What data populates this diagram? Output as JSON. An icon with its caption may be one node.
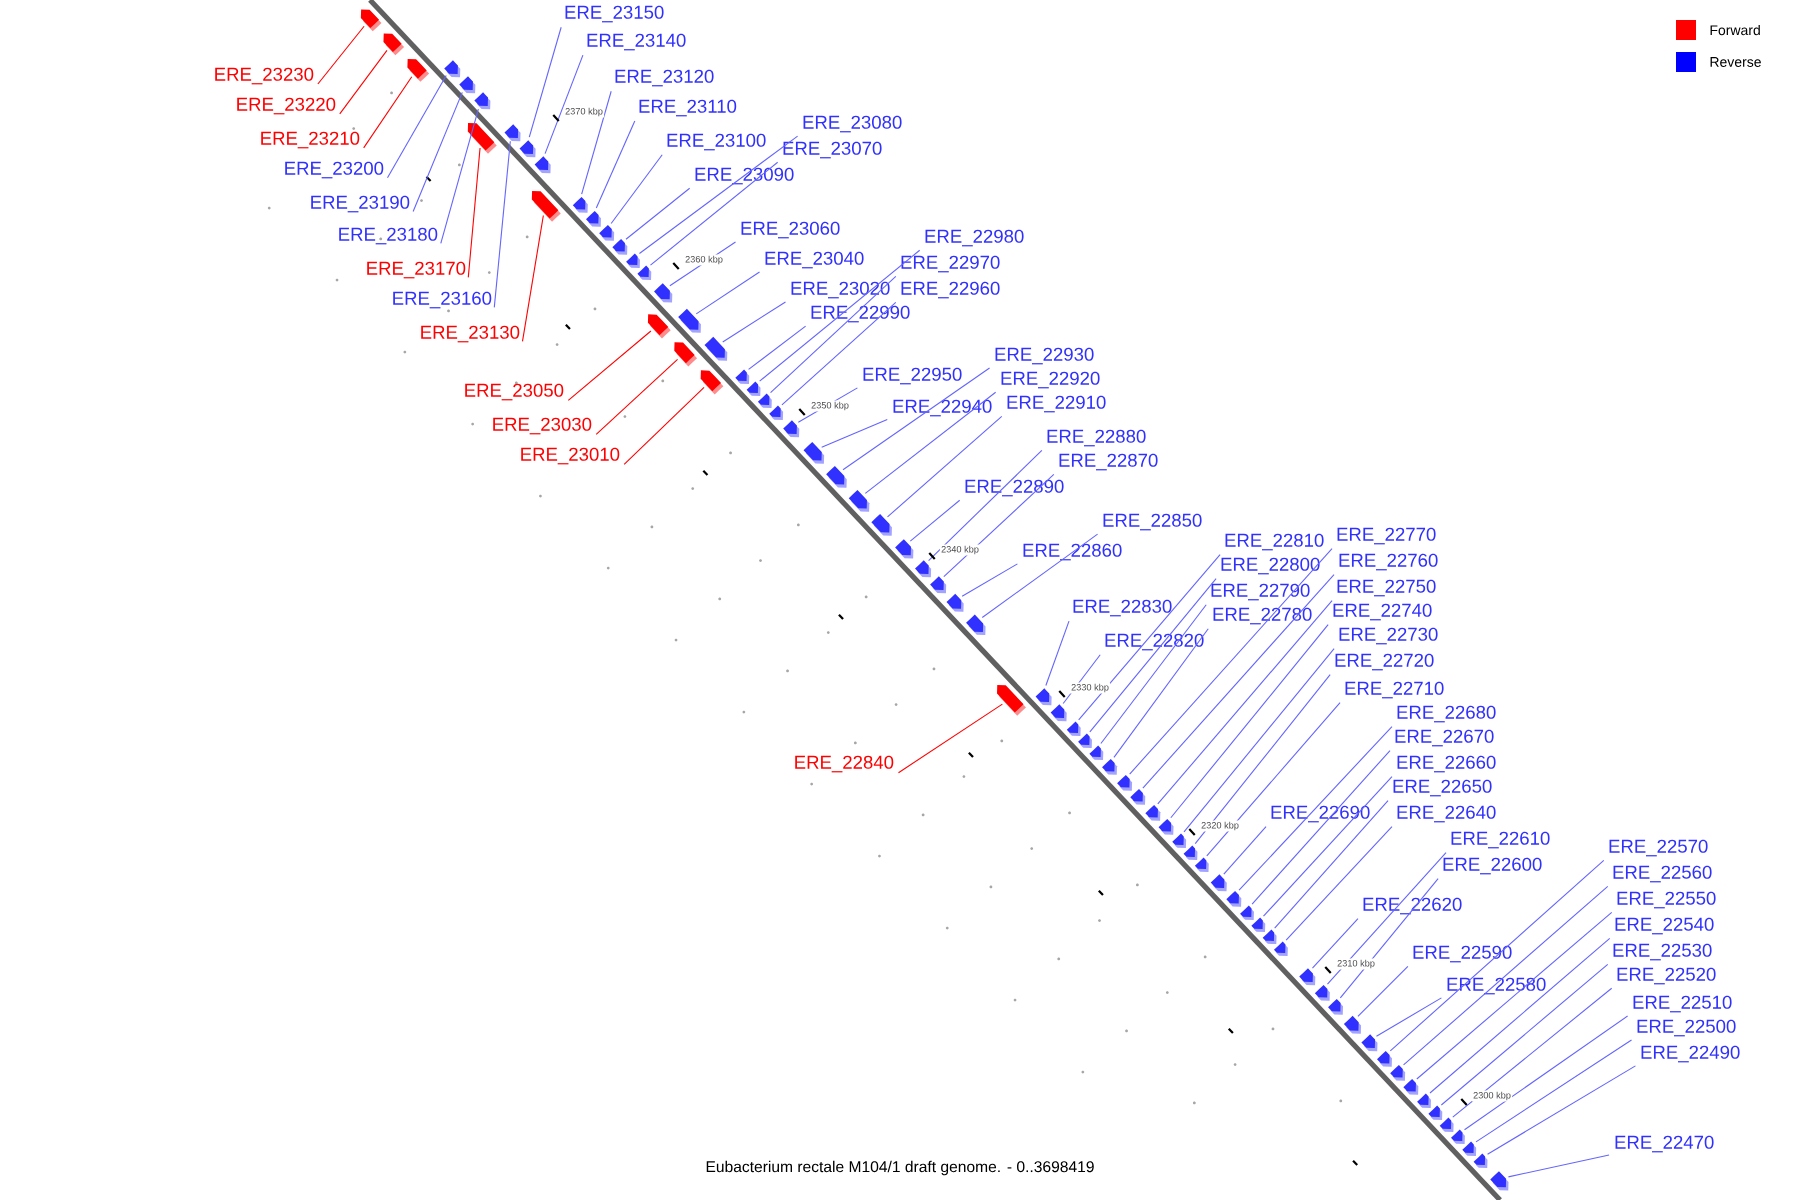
{
  "diagram": {
    "caption": "Eubacterium rectale M104/1 draft genome. - 0..3698419",
    "nodes": [
      {
        "text": [
          "ERE_23150"
        ]
      },
      {
        "text": [
          "ERE_23140"
        ]
      },
      {
        "text": [
          "ERE_23230"
        ]
      },
      {
        "text": [
          "ERE_23120"
        ]
      },
      {
        "text": [
          "ERE_23220"
        ]
      },
      {
        "text": [
          "ERE_23110"
        ]
      },
      {
        "text": [
          "ERE_23080"
        ]
      },
      {
        "text": [
          "ERE_23210"
        ]
      },
      {
        "text": [
          "ERE_23100"
        ]
      },
      {
        "text": [
          "ERE_23070"
        ]
      },
      {
        "text": [
          "ERE_23200"
        ]
      },
      {
        "text": [
          "ERE_23090"
        ]
      },
      {
        "text": [
          "ERE_23190"
        ]
      },
      {
        "text": [
          "ERE_23060"
        ]
      },
      {
        "text": [
          "ERE_23180"
        ]
      },
      {
        "text": [
          "ERE_22980"
        ]
      },
      {
        "text": [
          "ERE_23040"
        ]
      },
      {
        "text": [
          "ERE_22970"
        ]
      },
      {
        "text": [
          "ERE_23170"
        ]
      },
      {
        "text": [
          "ERE_23020"
        ]
      },
      {
        "text": [
          "ERE_22960"
        ]
      },
      {
        "text": [
          "ERE_23160"
        ]
      },
      {
        "text": [
          "ERE_22990"
        ]
      },
      {
        "text": [
          "ERE_23130"
        ]
      },
      {
        "text": [
          "ERE_22930"
        ]
      },
      {
        "text": [
          "ERE_22950"
        ]
      },
      {
        "text": [
          "ERE_22920"
        ]
      },
      {
        "text": [
          "ERE_23050"
        ]
      },
      {
        "text": [
          "ERE_22940"
        ]
      },
      {
        "text": [
          "ERE_22910"
        ]
      },
      {
        "text": [
          "ERE_23030"
        ]
      },
      {
        "text": [
          "ERE_22880"
        ]
      },
      {
        "text": [
          "ERE_23010"
        ]
      },
      {
        "text": [
          "ERE_22870"
        ]
      },
      {
        "text": [
          "ERE_22890"
        ]
      },
      {
        "text": [
          "ERE_22850"
        ]
      },
      {
        "text": [
          "ERE_22770"
        ]
      },
      {
        "text": [
          "ERE_22810"
        ]
      },
      {
        "text": [
          "ERE_22860"
        ]
      },
      {
        "text": [
          "ERE_22760"
        ]
      },
      {
        "text": [
          "ERE_22800"
        ]
      },
      {
        "text": [
          "ERE_22750"
        ]
      },
      {
        "text": [
          "ERE_22790"
        ]
      },
      {
        "text": [
          "ERE_22830"
        ]
      },
      {
        "text": [
          "ERE_22740"
        ]
      },
      {
        "text": [
          "ERE_22780"
        ]
      },
      {
        "text": [
          "ERE_22730"
        ]
      },
      {
        "text": [
          "ERE_22820"
        ]
      },
      {
        "text": [
          "ERE_22720"
        ]
      },
      {
        "text": [
          "ERE_22710"
        ]
      },
      {
        "text": [
          "ERE_22680"
        ]
      },
      {
        "text": [
          "ERE_22670"
        ]
      },
      {
        "text": [
          "ERE_22840"
        ]
      },
      {
        "text": [
          "ERE_22660"
        ]
      },
      {
        "text": [
          "ERE_22650"
        ]
      },
      {
        "text": [
          "ERE_22690"
        ]
      },
      {
        "text": [
          "ERE_22640"
        ]
      },
      {
        "text": [
          "ERE_22610"
        ]
      },
      {
        "text": [
          "ERE_22570"
        ]
      },
      {
        "text": [
          "ERE_22600"
        ]
      },
      {
        "text": [
          "ERE_22560"
        ]
      },
      {
        "text": [
          "ERE_22550"
        ]
      },
      {
        "text": [
          "ERE_22620"
        ]
      },
      {
        "text": [
          "ERE_22540"
        ]
      },
      {
        "text": [
          "ERE_22530"
        ]
      },
      {
        "text": [
          "ERE_22590"
        ]
      },
      {
        "text": [
          "ERE_22520"
        ]
      },
      {
        "text": [
          "ERE_22580"
        ]
      },
      {
        "text": [
          "ERE_22510"
        ]
      },
      {
        "text": [
          "ERE_22500"
        ]
      },
      {
        "text": [
          "ERE_22490"
        ]
      },
      {
        "text": [
          "ERE_22470"
        ]
      },
      {
        "text": [],
        "shape": "arrow"
      },
      {
        "text": [],
        "shape": "arrow"
      },
      {
        "text": [],
        "shape": "arrow"
      },
      {
        "text": [],
        "shape": "arrow"
      },
      {
        "text": [],
        "shape": "arrow"
      },
      {
        "text": [],
        "shape": "arrow"
      },
      {
        "text": [],
        "shape": "arrow"
      },
      {
        "text": [],
        "shape": "arrow"
      },
      {
        "text": [],
        "shape": "arrow"
      },
      {
        "text": [],
        "shape": "arrow"
      },
      {
        "text": [],
        "shape": "arrow"
      },
      {
        "text": [],
        "shape": "arrow"
      },
      {
        "text": [],
        "shape": "arrow"
      },
      {
        "text": [],
        "shape": "arrow"
      },
      {
        "text": [],
        "shape": "arrow"
      },
      {
        "text": [],
        "shape": "arrow"
      },
      {
        "text": [],
        "shape": "arrow"
      },
      {
        "text": [],
        "shape": "arrow"
      },
      {
        "text": [],
        "shape": "arrow"
      },
      {
        "text": [],
        "shape": "arrow"
      },
      {
        "text": [],
        "shape": "arrow"
      },
      {
        "text": [],
        "shape": "arrow"
      },
      {
        "text": [],
        "shape": "arrow"
      },
      {
        "text": [],
        "shape": "arrow"
      },
      {
        "text": [],
        "shape": "arrow"
      },
      {
        "text": [],
        "shape": "arrow"
      },
      {
        "text": [],
        "shape": "arrow"
      },
      {
        "text": [],
        "shape": "arrow"
      },
      {
        "text": [],
        "shape": "arrow"
      },
      {
        "text": [],
        "shape": "arrow"
      },
      {
        "text": [],
        "shape": "arrow"
      },
      {
        "text": [],
        "shape": "arrow"
      },
      {
        "text": [],
        "shape": "arrow"
      },
      {
        "text": [],
        "shape": "arrow"
      },
      {
        "text": [],
        "shape": "arrow"
      },
      {
        "text": [],
        "shape": "arrow"
      },
      {
        "text": [],
        "shape": "arrow"
      },
      {
        "text": [],
        "shape": "arrow"
      },
      {
        "text": [],
        "shape": "arrow"
      },
      {
        "text": [],
        "shape": "arrow"
      },
      {
        "text": [],
        "shape": "arrow"
      },
      {
        "text": [],
        "shape": "arrow"
      },
      {
        "text": [],
        "shape": "arrow"
      },
      {
        "text": [],
        "shape": "arrow"
      },
      {
        "text": [],
        "shape": "arrow"
      },
      {
        "text": [],
        "shape": "arrow"
      },
      {
        "text": [],
        "shape": "arrow"
      },
      {
        "text": [],
        "shape": "arrow"
      },
      {
        "text": [],
        "shape": "arrow"
      },
      {
        "text": [],
        "shape": "arrow"
      },
      {
        "text": [],
        "shape": "arrow"
      },
      {
        "text": [],
        "shape": "arrow"
      },
      {
        "text": [],
        "shape": "arrow"
      },
      {
        "text": [],
        "shape": "arrow"
      },
      {
        "text": [],
        "shape": "arrow"
      },
      {
        "text": [],
        "shape": "arrow"
      },
      {
        "text": [],
        "shape": "arrow"
      },
      {
        "text": [],
        "shape": "arrow"
      },
      {
        "text": [],
        "shape": "arrow"
      },
      {
        "text": [],
        "shape": "arrow"
      },
      {
        "text": [],
        "shape": "arrow"
      },
      {
        "text": [],
        "shape": "arrow"
      },
      {
        "text": [],
        "shape": "arrow"
      },
      {
        "text": [],
        "shape": "arrow"
      },
      {
        "text": [],
        "shape": "arrow"
      },
      {
        "text": [],
        "shape": "arrow"
      },
      {
        "text": [],
        "shape": "arrow"
      },
      {
        "text": [],
        "shape": "arrow"
      },
      {
        "text": [],
        "shape": "arrow"
      },
      {
        "text": [],
        "shape": "arrow"
      },
      {
        "text": [],
        "shape": "arrow"
      },
      {
        "text": [],
        "shape": "arrow"
      }
    ],
    "edges": [
      {
        "from": 0,
        "to": 80,
        "arrow": "none"
      },
      {
        "from": 1,
        "to": 81,
        "arrow": "none"
      },
      {
        "from": 2,
        "to": 72,
        "arrow": "none",
        "color": "#ff0000"
      },
      {
        "from": 3,
        "to": 83,
        "arrow": "none"
      },
      {
        "from": 4,
        "to": 73,
        "arrow": "none",
        "color": "#ff0000"
      },
      {
        "from": 5,
        "to": 84,
        "arrow": "none"
      },
      {
        "from": 6,
        "to": 87,
        "arrow": "none"
      },
      {
        "from": 7,
        "to": 74,
        "arrow": "none",
        "color": "#ff0000"
      },
      {
        "from": 8,
        "to": 85,
        "arrow": "none"
      },
      {
        "from": 9,
        "to": 88,
        "arrow": "none"
      },
      {
        "from": 10,
        "to": 75,
        "arrow": "none"
      },
      {
        "from": 11,
        "to": 86,
        "arrow": "none"
      },
      {
        "from": 12,
        "to": 76,
        "arrow": "none"
      },
      {
        "from": 13,
        "to": 89,
        "arrow": "none"
      },
      {
        "from": 14,
        "to": 77,
        "arrow": "none"
      },
      {
        "from": 15,
        "to": 96,
        "arrow": "none"
      },
      {
        "from": 16,
        "to": 91,
        "arrow": "none"
      },
      {
        "from": 17,
        "to": 97,
        "arrow": "none"
      },
      {
        "from": 18,
        "to": 78,
        "arrow": "none",
        "color": "#ff0000"
      },
      {
        "from": 19,
        "to": 93,
        "arrow": "none"
      },
      {
        "from": 20,
        "to": 98,
        "arrow": "none"
      },
      {
        "from": 21,
        "to": 79,
        "arrow": "none"
      },
      {
        "from": 22,
        "to": 95,
        "arrow": "none"
      },
      {
        "from": 23,
        "to": 82,
        "arrow": "none",
        "color": "#ff0000"
      },
      {
        "from": 24,
        "to": 101,
        "arrow": "none"
      },
      {
        "from": 25,
        "to": 99,
        "arrow": "none"
      },
      {
        "from": 26,
        "to": 102,
        "arrow": "none"
      },
      {
        "from": 27,
        "to": 90,
        "arrow": "none",
        "color": "#ff0000"
      },
      {
        "from": 28,
        "to": 100,
        "arrow": "none"
      },
      {
        "from": 29,
        "to": 103,
        "arrow": "none"
      },
      {
        "from": 30,
        "to": 92,
        "arrow": "none",
        "color": "#ff0000"
      },
      {
        "from": 31,
        "to": 105,
        "arrow": "none"
      },
      {
        "from": 32,
        "to": 94,
        "arrow": "none",
        "color": "#ff0000"
      },
      {
        "from": 33,
        "to": 106,
        "arrow": "none"
      },
      {
        "from": 34,
        "to": 104,
        "arrow": "none"
      },
      {
        "from": 35,
        "to": 108,
        "arrow": "none"
      },
      {
        "from": 36,
        "to": 116,
        "arrow": "none"
      },
      {
        "from": 37,
        "to": 112,
        "arrow": "none"
      },
      {
        "from": 38,
        "to": 107,
        "arrow": "none"
      },
      {
        "from": 39,
        "to": 117,
        "arrow": "none"
      },
      {
        "from": 40,
        "to": 113,
        "arrow": "none"
      },
      {
        "from": 41,
        "to": 118,
        "arrow": "none"
      },
      {
        "from": 42,
        "to": 114,
        "arrow": "none"
      },
      {
        "from": 43,
        "to": 110,
        "arrow": "none"
      },
      {
        "from": 44,
        "to": 119,
        "arrow": "none"
      },
      {
        "from": 45,
        "to": 115,
        "arrow": "none"
      },
      {
        "from": 46,
        "to": 120,
        "arrow": "none"
      },
      {
        "from": 47,
        "to": 111,
        "arrow": "none"
      },
      {
        "from": 48,
        "to": 121,
        "arrow": "none"
      },
      {
        "from": 49,
        "to": 122,
        "arrow": "none"
      },
      {
        "from": 50,
        "to": 124,
        "arrow": "none"
      },
      {
        "from": 51,
        "to": 125,
        "arrow": "none"
      },
      {
        "from": 52,
        "to": 109,
        "arrow": "none",
        "color": "#ff0000"
      },
      {
        "from": 53,
        "to": 126,
        "arrow": "none"
      },
      {
        "from": 54,
        "to": 127,
        "arrow": "none"
      },
      {
        "from": 55,
        "to": 123,
        "arrow": "none"
      },
      {
        "from": 56,
        "to": 128,
        "arrow": "none"
      },
      {
        "from": 57,
        "to": 130,
        "arrow": "none"
      },
      {
        "from": 58,
        "to": 134,
        "arrow": "none"
      },
      {
        "from": 59,
        "to": 131,
        "arrow": "none"
      },
      {
        "from": 60,
        "to": 135,
        "arrow": "none"
      },
      {
        "from": 61,
        "to": 136,
        "arrow": "none"
      },
      {
        "from": 62,
        "to": 129,
        "arrow": "none"
      },
      {
        "from": 63,
        "to": 137,
        "arrow": "none"
      },
      {
        "from": 64,
        "to": 138,
        "arrow": "none"
      },
      {
        "from": 65,
        "to": 132,
        "arrow": "none"
      },
      {
        "from": 66,
        "to": 139,
        "arrow": "none"
      },
      {
        "from": 67,
        "to": 133,
        "arrow": "none"
      },
      {
        "from": 68,
        "to": 140,
        "arrow": "none"
      },
      {
        "from": 69,
        "to": 141,
        "arrow": "none"
      },
      {
        "from": 70,
        "to": 142,
        "arrow": "none"
      },
      {
        "from": 71,
        "to": 143,
        "arrow": "none"
      }
    ],
    "labels": [
      "2370 kbp",
      "2360 kbp",
      "2350 kbp",
      "2340 kbp",
      "2330 kbp",
      "2320 kbp",
      "2310 kbp",
      "2300 kbp"
    ],
    "legend": [
      {
        "text": "Forward",
        "color": "#ff0000"
      },
      {
        "text": "Reverse",
        "color": "#0000ff"
      }
    ]
  }
}
